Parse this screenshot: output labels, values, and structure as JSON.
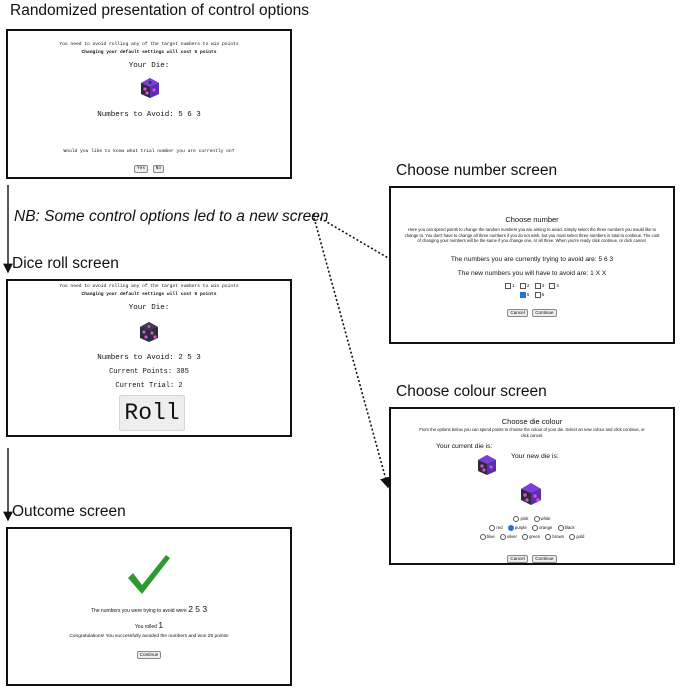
{
  "headings": {
    "randomized": "Randomized presentation of control options",
    "nb_note": "NB: Some control options led to a new screen",
    "dice_roll": "Dice roll screen",
    "outcome": "Outcome screen",
    "choose_number": "Choose number screen",
    "choose_colour": "Choose colour screen"
  },
  "screen1": {
    "line1": "You need to avoid rolling any of the target numbers to win points",
    "line2": "Changing your default settings will cost 5 points",
    "your_die": "Your Die:",
    "avoid": "Numbers to Avoid: 5 6 3",
    "question": "Would you like to know what trial number you are currently on?",
    "yes": "Yes",
    "no": "No"
  },
  "screen2": {
    "line1": "You need to avoid rolling any of the target numbers to win points",
    "line2": "Changing your default settings will cost 5 points",
    "your_die": "Your Die:",
    "avoid": "Numbers to Avoid: 2 5 3",
    "points": "Current Points: 385",
    "trial": "Current Trial: 2",
    "roll": "Roll"
  },
  "screen3": {
    "avoid_text": "The numbers you were trying to avoid were",
    "avoid_value": "2 5 3",
    "rolled_text": "You rolled",
    "rolled_value": "1",
    "congrats": "Congratulations! You successfully avoided the numbers and won 25 points!",
    "continue": "Continue"
  },
  "screen4": {
    "title": "Choose number",
    "para": "Here you can spend points to change the random numbers you are aiming to avoid. Simply select the three numbers you would like to change to. You don't have to change all three numbers if you do not wish, but you must select three numbers in total to continue. The cost of changing your numbers will be the same if you change one, or all three. When you're ready click continue, or click cancel.",
    "current": "The numbers you are currently trying to avoid are: 5 6 3",
    "new": "The new numbers you will have to avoid are: 1 X X",
    "row1": [
      "1",
      "2",
      "3",
      "4"
    ],
    "row2": [
      "5",
      "6"
    ],
    "cancel": "Cancel",
    "continue": "Continue"
  },
  "screen5": {
    "title": "Choose die colour",
    "para": "From the options below you can spend points to choose the colour of your die. Select an new colour and click continue, or click cancel.",
    "current_die": "Your current die is:",
    "new_die": "Your new die is:",
    "row1": [
      "pink",
      "white"
    ],
    "row2": [
      "red",
      "purple",
      "orange",
      "black"
    ],
    "row3": [
      "blue",
      "silver",
      "green",
      "brown",
      "gold"
    ],
    "cancel": "Cancel",
    "continue": "Continue"
  },
  "colors": {
    "die_face": "#2b2b3a",
    "die_purple": "#7b3fe0",
    "die_pip": "#e04fd0",
    "tick_green": "#2e9a2e"
  }
}
